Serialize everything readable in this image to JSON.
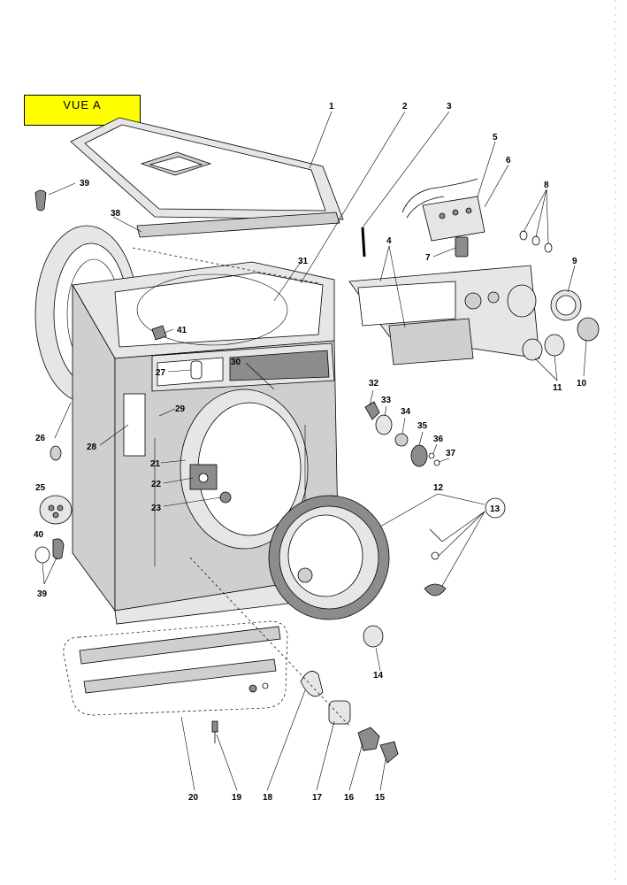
{
  "view_label": "VUE A",
  "callouts": [
    "1",
    "2",
    "3",
    "4",
    "5",
    "6",
    "7",
    "8",
    "9",
    "10",
    "11",
    "12",
    "13",
    "14",
    "15",
    "16",
    "17",
    "18",
    "19",
    "20",
    "21",
    "22",
    "23",
    "25",
    "26",
    "27",
    "28",
    "29",
    "30",
    "31",
    "32",
    "33",
    "34",
    "35",
    "36",
    "37",
    "38",
    "39",
    "39",
    "40",
    "41"
  ]
}
